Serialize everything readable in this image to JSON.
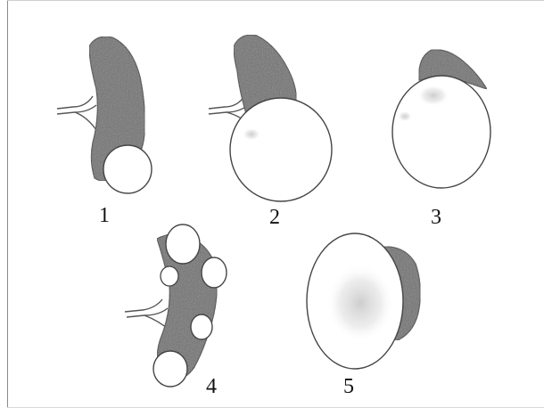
{
  "figure": {
    "labels": [
      "1",
      "2",
      "3",
      "4",
      "5"
    ]
  },
  "colors": {
    "organ_fill": "#6f6f6f",
    "organ_stroke": "#3d3d3d",
    "cyst_fill": "#ffffff",
    "cyst_stroke": "#454545",
    "cyst_shading": "#cccccc",
    "vessel_stroke": "#555555"
  }
}
